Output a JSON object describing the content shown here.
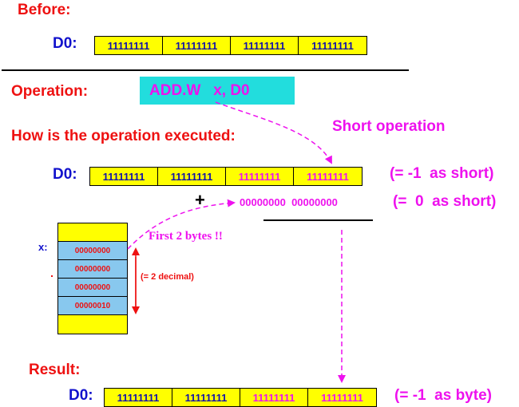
{
  "before": {
    "label": "Before:",
    "reg_label": "D0:",
    "bytes": [
      "11111111",
      "11111111",
      "11111111",
      "11111111"
    ]
  },
  "operation": {
    "label": "Operation:",
    "instruction": "ADD.W   x, D0"
  },
  "how_label": "How is the operation executed:",
  "short_op_label": "Short operation",
  "exec": {
    "reg_label": "D0:",
    "bytes": [
      "11111111",
      "11111111",
      "11111111",
      "11111111"
    ],
    "reg_note": "(= -1  as short)",
    "plus": "+",
    "operand": "00000000  00000000",
    "operand_note": "(=  0  as short)"
  },
  "memory": {
    "label": "x:",
    "bytes": [
      "00000000",
      "00000000",
      "00000000",
      "00000010"
    ],
    "note": "(= 2 decimal)",
    "annotation": "First 2 bytes !!"
  },
  "result": {
    "label": "Result:",
    "reg_label": "D0:",
    "bytes": [
      "11111111",
      "11111111",
      "11111111",
      "11111111"
    ],
    "note": "(= -1  as byte)"
  },
  "colors": {
    "register": "#ffff00",
    "memory_cell": "#88c8ee",
    "op_box": "#22dddd",
    "highlight": "#ee11ee",
    "heading": "#ee1111"
  }
}
